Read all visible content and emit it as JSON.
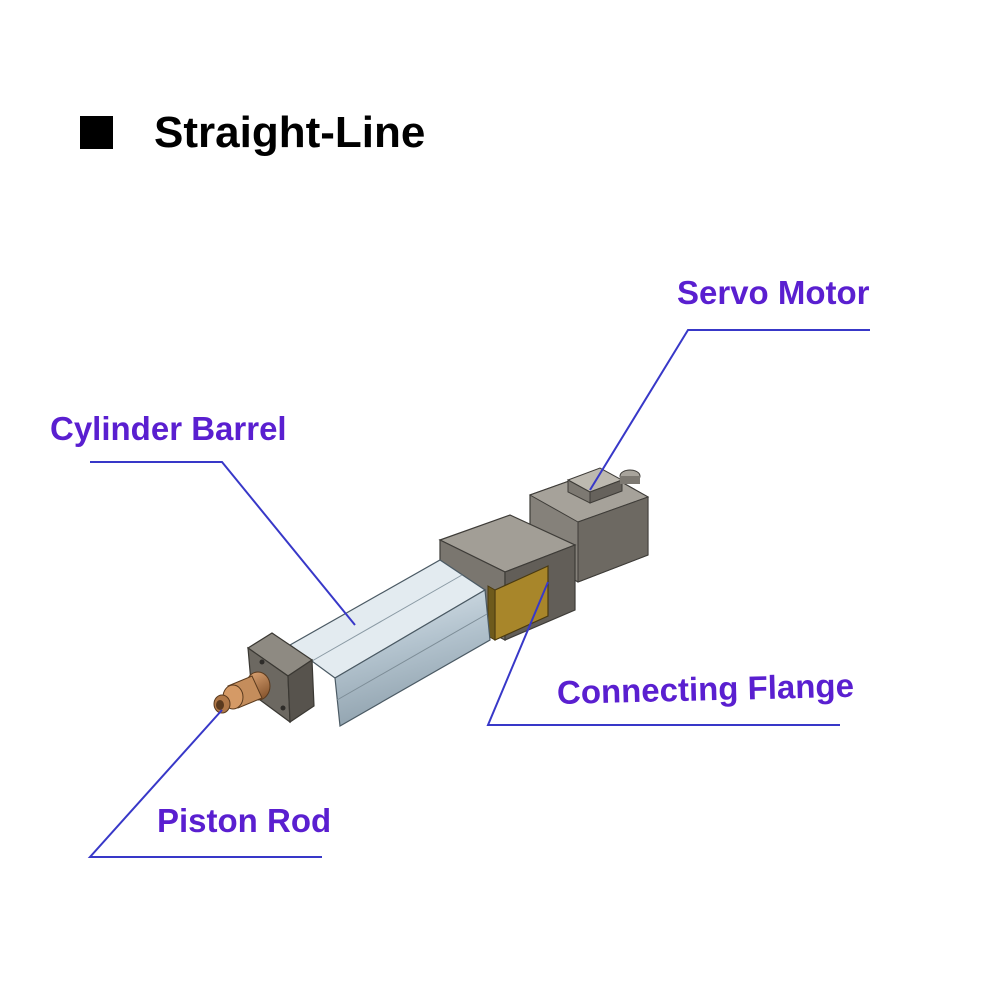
{
  "title": {
    "text": "Straight-Line"
  },
  "colors": {
    "label": "#5a1fd0",
    "leader_line": "#3838c8",
    "barrel": "#b8c8d2",
    "housing": "#8c8880",
    "flange": "#a88a2e",
    "rod": "#c08a5a"
  },
  "labels": {
    "servo_motor": "Servo Motor",
    "cylinder_barrel": "Cylinder Barrel",
    "connecting_flange": "Connecting Flange",
    "piston_rod": "Piston Rod"
  },
  "image": {
    "subject": "servo electric cylinder, straight-line configuration"
  }
}
